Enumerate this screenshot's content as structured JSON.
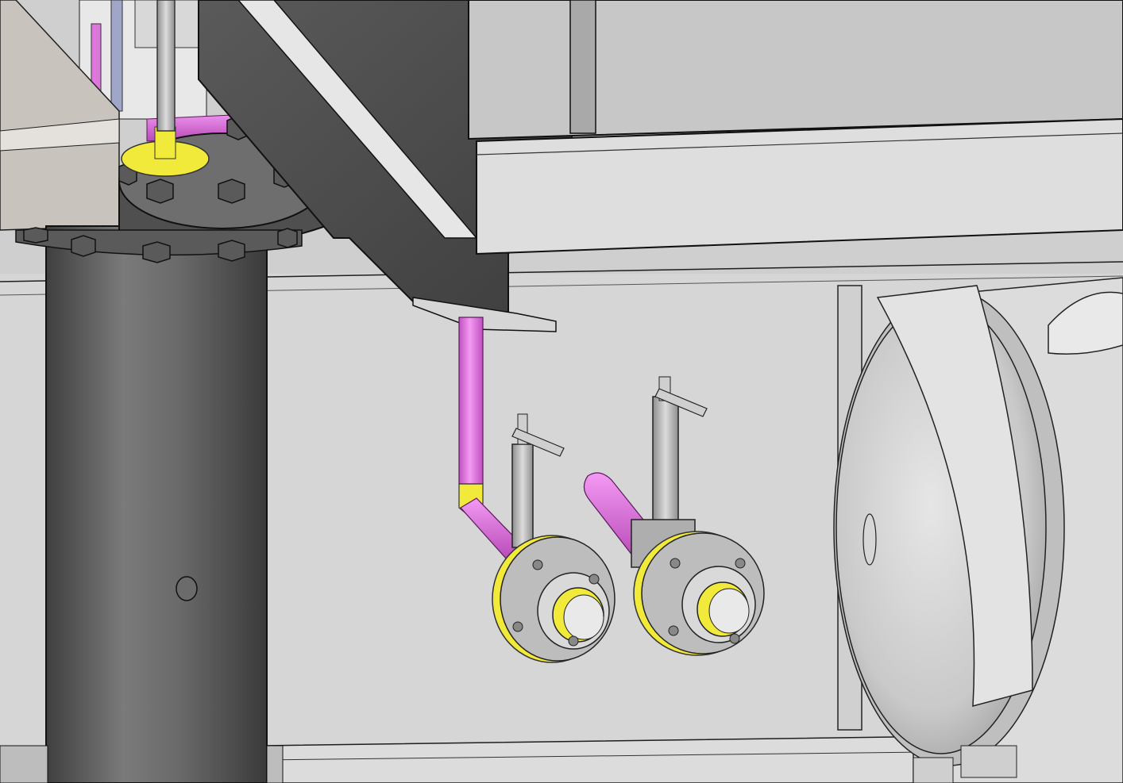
{
  "scene": {
    "kind": "cad-3d-model-render",
    "colors": {
      "background_panel": "#d3d3d3",
      "metal_light": "#d8d8d8",
      "metal_mid": "#a9a9a9",
      "metal_dark": "#5a5a5a",
      "steel_plate_dark": "#4b4b4b",
      "pipe_highlight": "#e07ae0",
      "fitting_highlight": "#f2ea3a",
      "edge": "#1e1e1e"
    },
    "parts": [
      {
        "id": "vertical-cylinder-vessel",
        "color_role": "metal_dark"
      },
      {
        "id": "bolted-top-flange",
        "color_role": "metal_dark",
        "bolt_count": 10
      },
      {
        "id": "top-flange-small-yellow-fitting",
        "color_role": "fitting_highlight"
      },
      {
        "id": "upper-magenta-pipe-run",
        "color_role": "pipe_highlight"
      },
      {
        "id": "angled-dark-support-bracket",
        "color_role": "steel_plate_dark"
      },
      {
        "id": "upper-frame-box",
        "color_role": "metal_light"
      },
      {
        "id": "magenta-drop-pipe",
        "color_role": "pipe_highlight"
      },
      {
        "id": "yellow-elbow-fitting",
        "color_role": "fitting_highlight"
      },
      {
        "id": "ball-valve-left",
        "color_role": "metal_light",
        "has_lever_handle": true
      },
      {
        "id": "ball-valve-right",
        "color_role": "metal_light",
        "has_lever_handle": true
      },
      {
        "id": "short-magenta-pipe-stub",
        "color_role": "pipe_highlight"
      },
      {
        "id": "horizontal-tank-end-cap",
        "color_role": "metal_light"
      },
      {
        "id": "tank-strap-clamp",
        "color_role": "metal_light"
      }
    ]
  }
}
